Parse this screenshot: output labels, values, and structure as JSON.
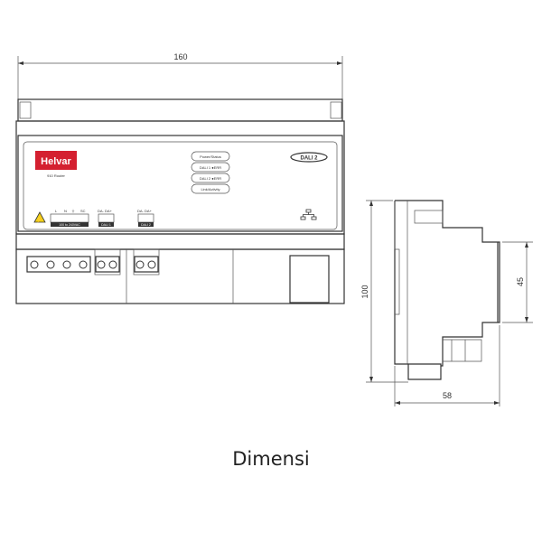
{
  "front_view": {
    "brand": "Helvar",
    "model": "910 Router",
    "indicators": [
      "Power/Status",
      "DALI 1 ●ERR",
      "DALI 2 ●ERR",
      "Link/Activity"
    ],
    "dali_logo": "DALI 2",
    "mains_terminals": [
      "L",
      "N",
      "⏚",
      "SC"
    ],
    "mains_label": "100 to 240VAC",
    "dali_ports": [
      {
        "pins": "DA- DA+",
        "label": "DALI 1"
      },
      {
        "pins": "DA- DA+",
        "label": "DALI 2"
      }
    ],
    "brand_color": "#d42030",
    "width_dimension": "160"
  },
  "side_view": {
    "height_dimension": "100",
    "depth_dimension": "58",
    "front_height_dimension": "45"
  },
  "caption": "Dimensi"
}
